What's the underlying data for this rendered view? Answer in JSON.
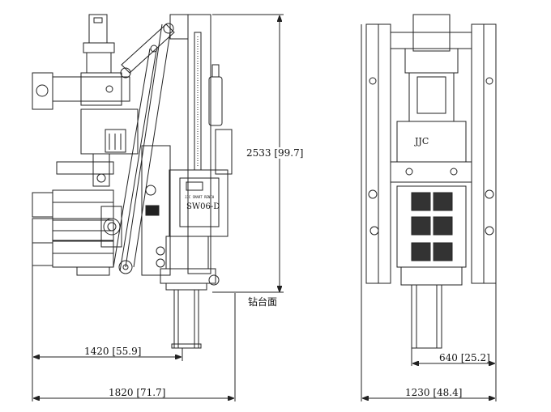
{
  "drawing": {
    "side_view": {
      "height_dimension": "2533 [99.7]",
      "ground_label": "钻台面",
      "reach_dimension": "1420 [55.9]",
      "overall_width_dimension": "1820 [71.7]",
      "model_label": "SW06-D",
      "panel_caption": "JJC SMART RENCH"
    },
    "front_view": {
      "offset_dimension": "640 [25.2]",
      "overall_width_dimension": "1230 [48.4]",
      "logo_text": "JJC"
    }
  },
  "colors": {
    "line": "#222222",
    "background": "#ffffff"
  }
}
